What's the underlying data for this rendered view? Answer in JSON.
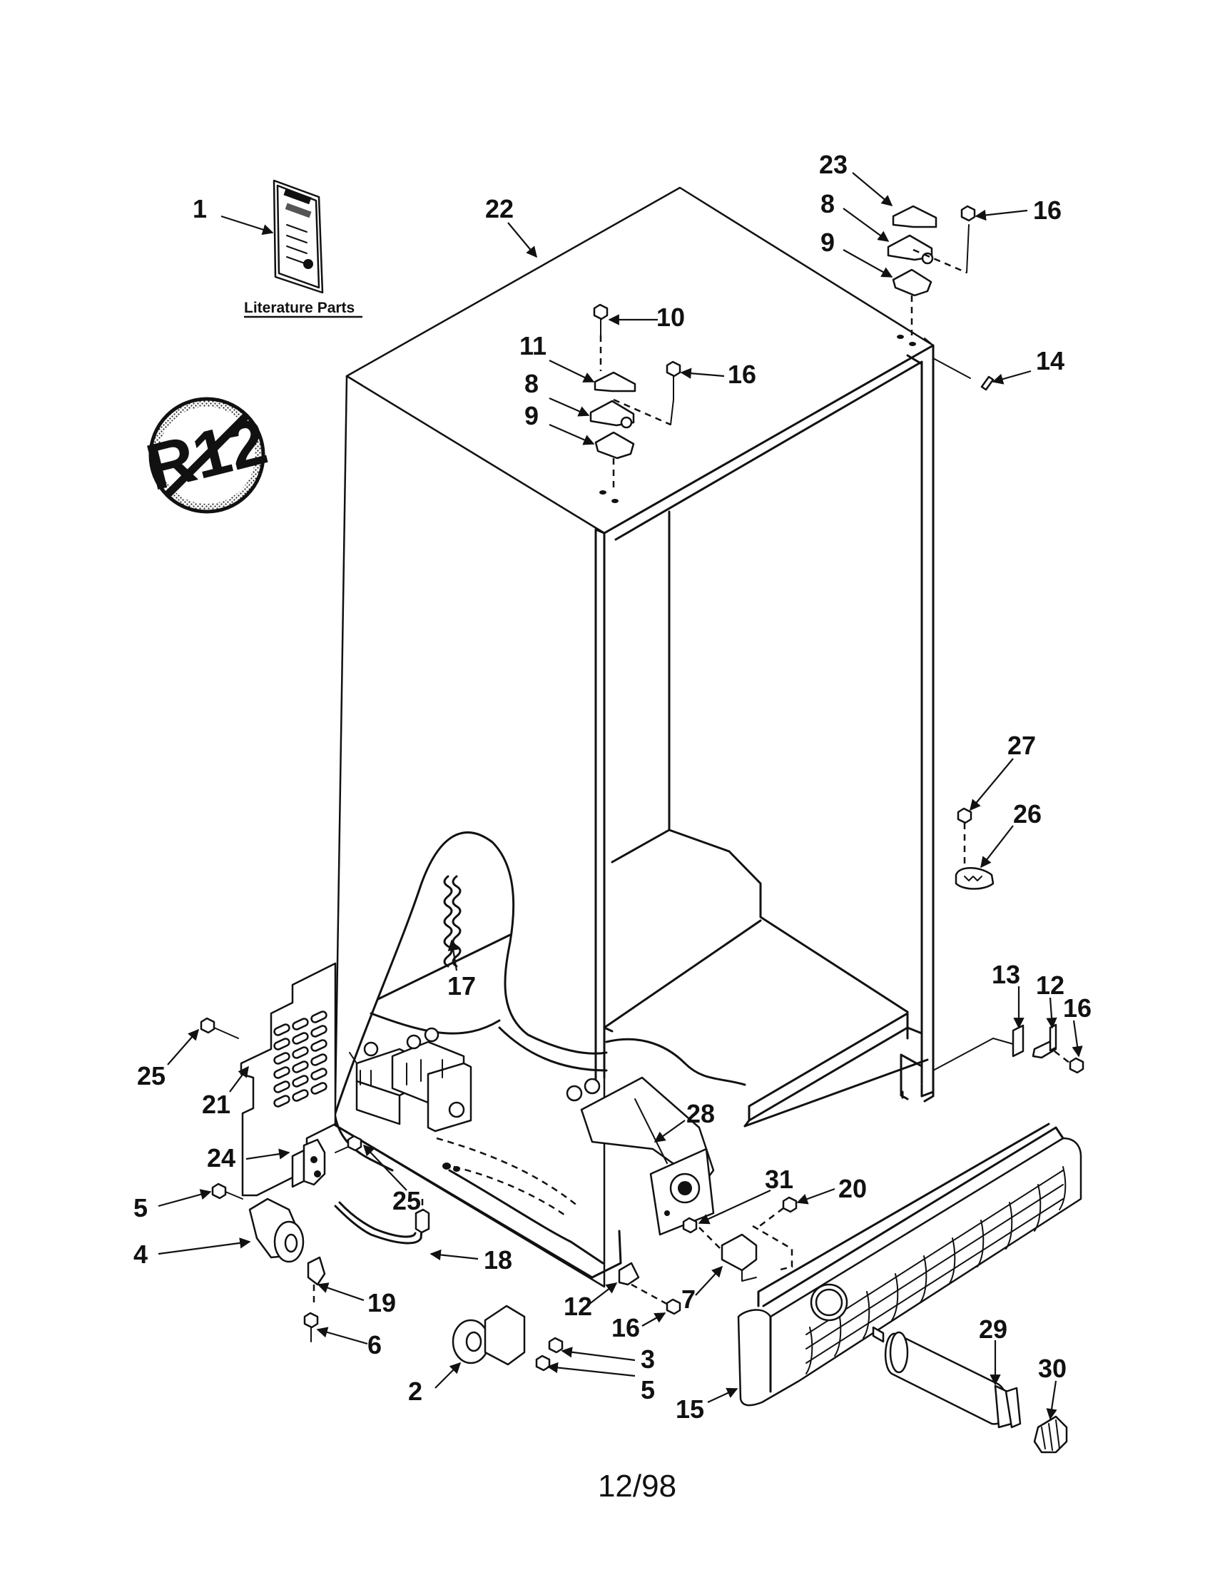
{
  "diagram": {
    "literature_label": "Literature Parts",
    "no_r12_symbol_text": "R12",
    "date_code": "12/98",
    "callouts": [
      {
        "id": "c1",
        "text": "1"
      },
      {
        "id": "c22",
        "text": "22"
      },
      {
        "id": "c23",
        "text": "23"
      },
      {
        "id": "c8a",
        "text": "8"
      },
      {
        "id": "c9a",
        "text": "9"
      },
      {
        "id": "c16a",
        "text": "16"
      },
      {
        "id": "c10",
        "text": "10"
      },
      {
        "id": "c11",
        "text": "11"
      },
      {
        "id": "c8b",
        "text": "8"
      },
      {
        "id": "c16b",
        "text": "16"
      },
      {
        "id": "c9b",
        "text": "9"
      },
      {
        "id": "c14",
        "text": "14"
      },
      {
        "id": "c27",
        "text": "27"
      },
      {
        "id": "c26",
        "text": "26"
      },
      {
        "id": "c17",
        "text": "17"
      },
      {
        "id": "c13",
        "text": "13"
      },
      {
        "id": "c12a",
        "text": "12"
      },
      {
        "id": "c16c",
        "text": "16"
      },
      {
        "id": "c25a",
        "text": "25"
      },
      {
        "id": "c21",
        "text": "21"
      },
      {
        "id": "c28",
        "text": "28"
      },
      {
        "id": "c24",
        "text": "24"
      },
      {
        "id": "c25b",
        "text": "25"
      },
      {
        "id": "c31",
        "text": "31"
      },
      {
        "id": "c20",
        "text": "20"
      },
      {
        "id": "c5a",
        "text": "5"
      },
      {
        "id": "c4",
        "text": "4"
      },
      {
        "id": "c18",
        "text": "18"
      },
      {
        "id": "c19",
        "text": "19"
      },
      {
        "id": "c6",
        "text": "6"
      },
      {
        "id": "c12b",
        "text": "12"
      },
      {
        "id": "c7",
        "text": "7"
      },
      {
        "id": "c16d",
        "text": "16"
      },
      {
        "id": "c29",
        "text": "29"
      },
      {
        "id": "c3",
        "text": "3"
      },
      {
        "id": "c30",
        "text": "30"
      },
      {
        "id": "c2",
        "text": "2"
      },
      {
        "id": "c5b",
        "text": "5"
      },
      {
        "id": "c15",
        "text": "15"
      }
    ]
  }
}
